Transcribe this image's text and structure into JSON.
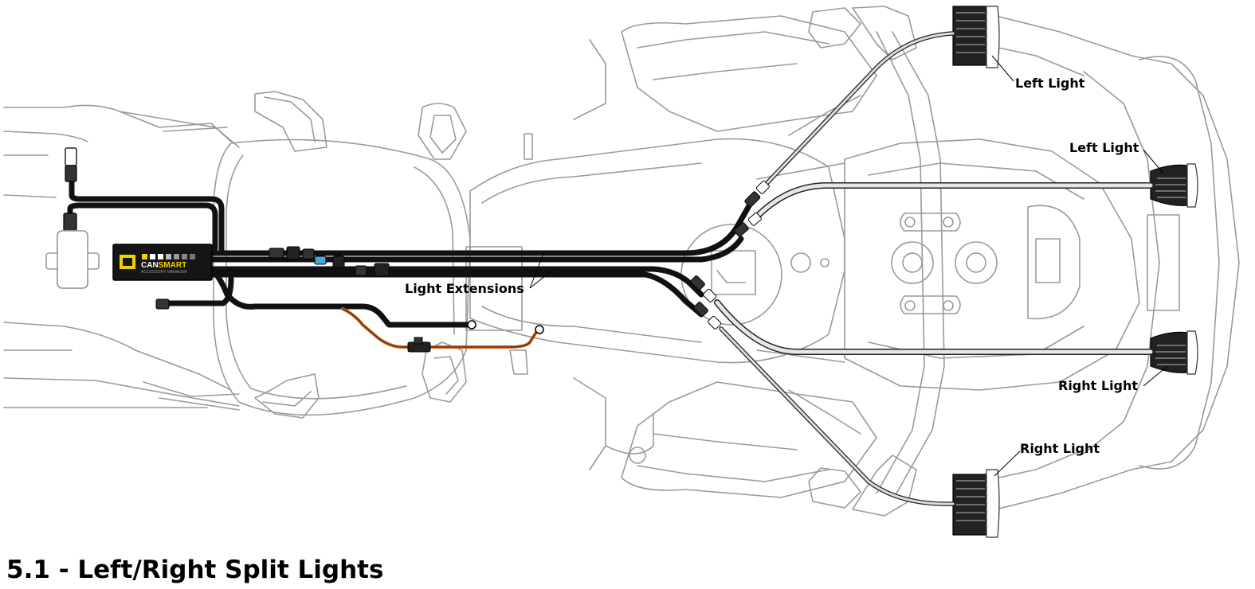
{
  "caption": "5.1 - Left/Right Split Lights",
  "labels": {
    "light_extensions": "Light Extensions",
    "left_light_top": "Left Light",
    "left_light_front": "Left Light",
    "right_light_front": "Right Light",
    "right_light_bottom": "Right Light"
  },
  "module": {
    "brand_prefix": "CAN",
    "brand_suffix": "SMART",
    "subtitle": "ACCESSORY MANAGER"
  },
  "colors": {
    "outline": "#9a9a9a",
    "cable_main": "#111111",
    "cable_light": "#e6e6e6",
    "cable_power": "#c8641e",
    "module_accent": "#f0d000"
  }
}
